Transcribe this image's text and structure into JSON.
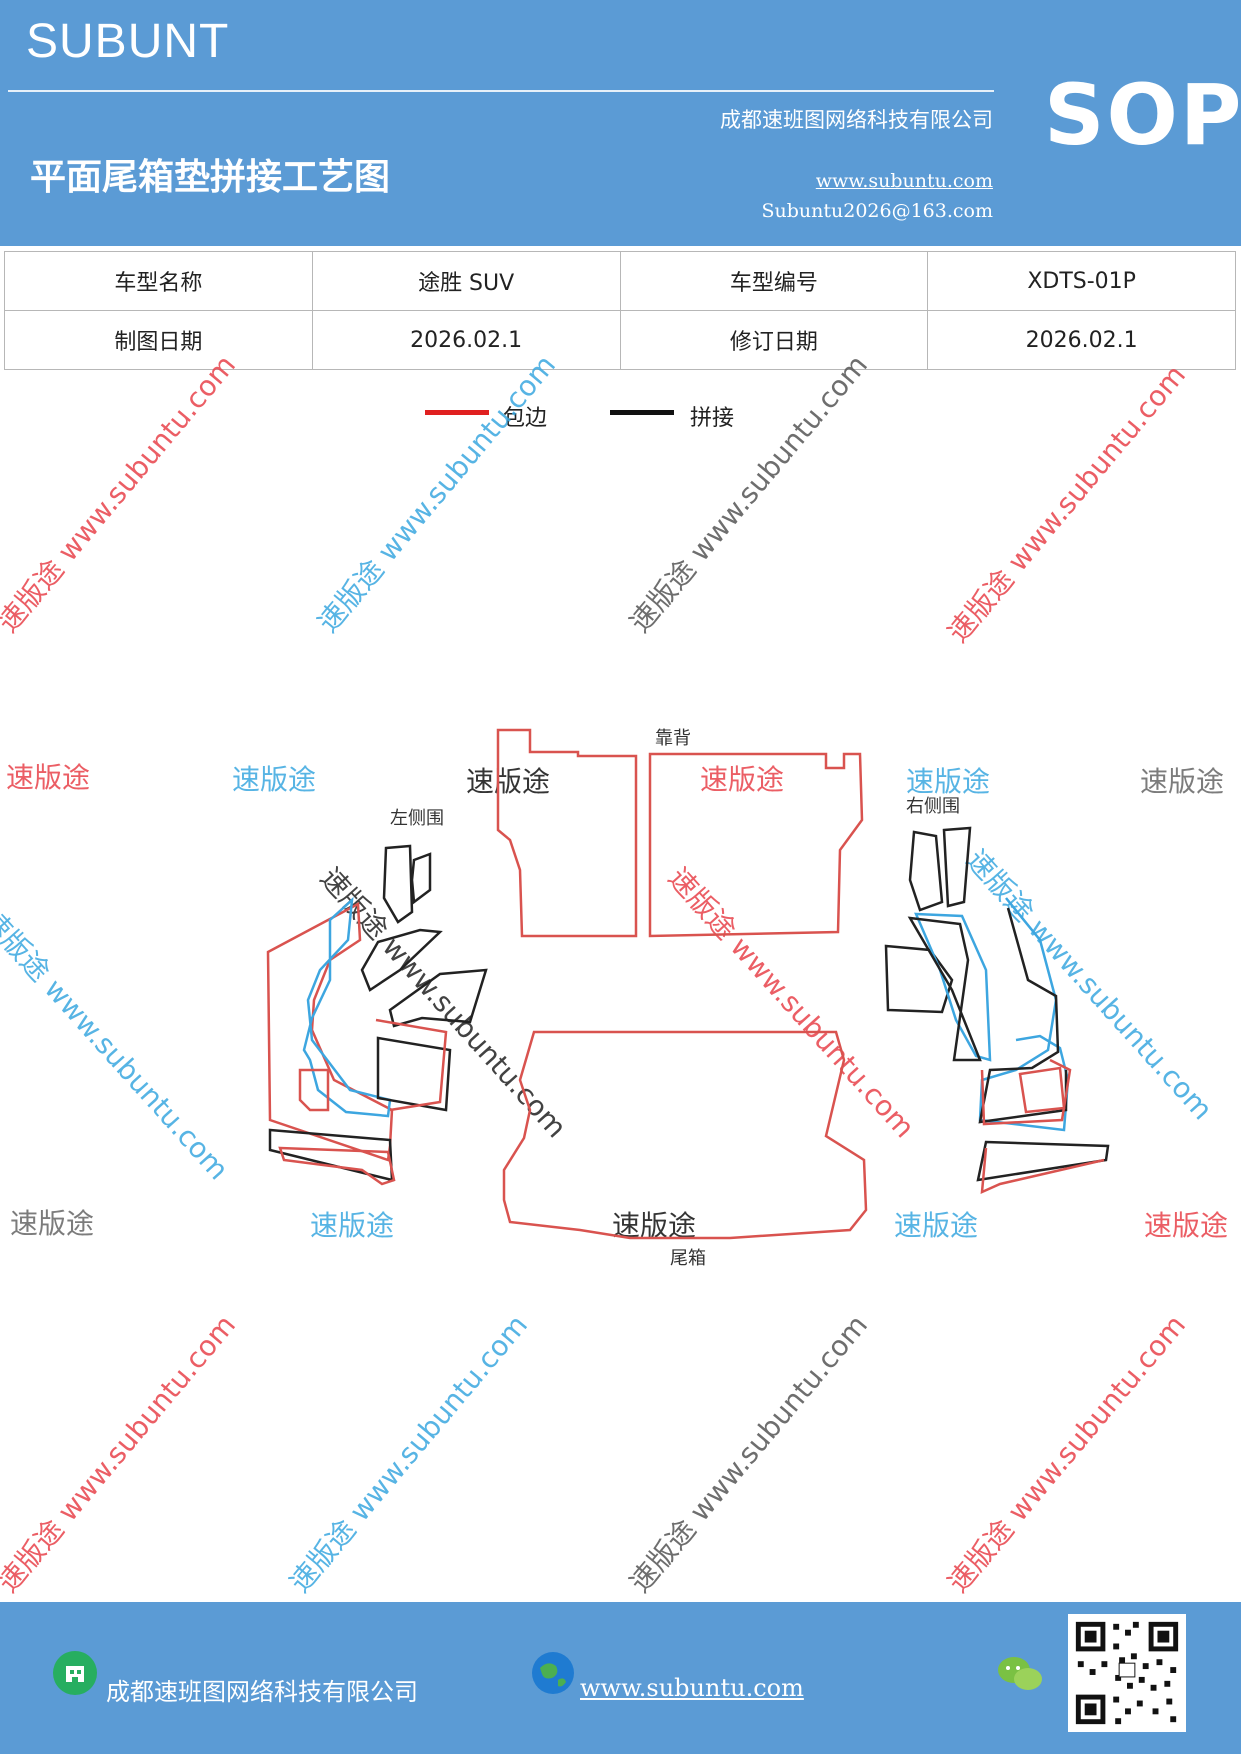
{
  "header": {
    "brand": "SUBUNT",
    "company": "成都速班图网络科技有限公司",
    "title": "平面尾箱垫拼接工艺图",
    "website": "www.subuntu.com",
    "email": "Subuntu2026@163.com",
    "badge": "SOP"
  },
  "info_table": {
    "rows": [
      [
        "车型名称",
        "途胜 SUV",
        "车型编号",
        "XDTS-01P"
      ],
      [
        "制图日期",
        "2026.02.1",
        "修订日期",
        "2026.02.1"
      ]
    ]
  },
  "legend": {
    "items": [
      {
        "label": "包边",
        "color": "#e02020"
      },
      {
        "label": "拼接",
        "color": "#111111"
      }
    ]
  },
  "drawing": {
    "labels": {
      "seat_back": "靠背",
      "left_side": "左侧围",
      "right_side": "右侧围",
      "trunk": "尾箱"
    },
    "colors": {
      "edge": "#d9534f",
      "seam": "#222222",
      "inner": "#3da6e0"
    }
  },
  "watermarks": {
    "diagonal": "速版途 www.subuntu.com",
    "short": "速版途",
    "colors": [
      "#e8434b",
      "#3aa7e0",
      "#555555"
    ]
  },
  "footer": {
    "company": "成都速班图网络科技有限公司",
    "website": "www.subuntu.com",
    "icons": [
      "building-icon",
      "globe-icon",
      "wechat-icon",
      "qr-code"
    ]
  }
}
